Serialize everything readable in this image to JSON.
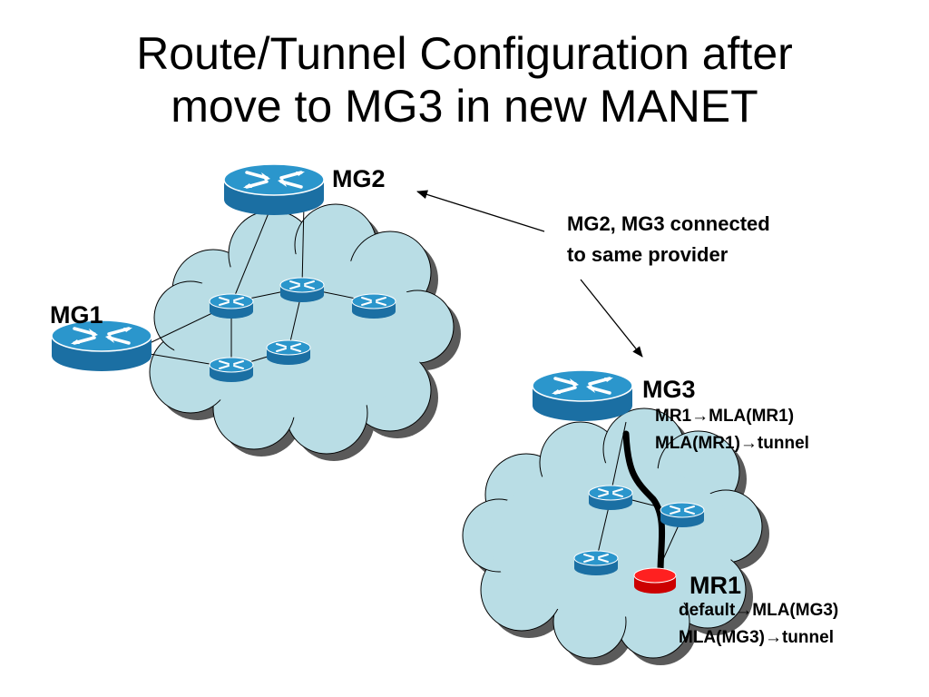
{
  "title": {
    "line1": "Route/Tunnel Configuration after",
    "line2": "move to MG3 in new MANET"
  },
  "labels": {
    "mg2": "MG2",
    "mg1": "MG1",
    "mg3": "MG3",
    "mr1": "MR1",
    "note_line1": "MG2, MG3 connected",
    "note_line2": "to same provider",
    "mg3_route1": "MR1→MLA(MR1)",
    "mg3_route2": "MLA(MR1)→tunnel",
    "mr1_route1": "default→MLA(MG3)",
    "mr1_route2": "MLA(MG3)→tunnel"
  },
  "colors": {
    "cloud_fill": "#b9dde5",
    "cloud_shadow": "#555555",
    "router_blue": "#1e7fb7",
    "router_top": "#2b96cc",
    "mobile_router_red": "#ee1111",
    "tunnel": "#000000"
  },
  "icons": {
    "router": "router-icon",
    "mobile_router": "mobile-router-icon",
    "cloud": "manet-cloud"
  }
}
